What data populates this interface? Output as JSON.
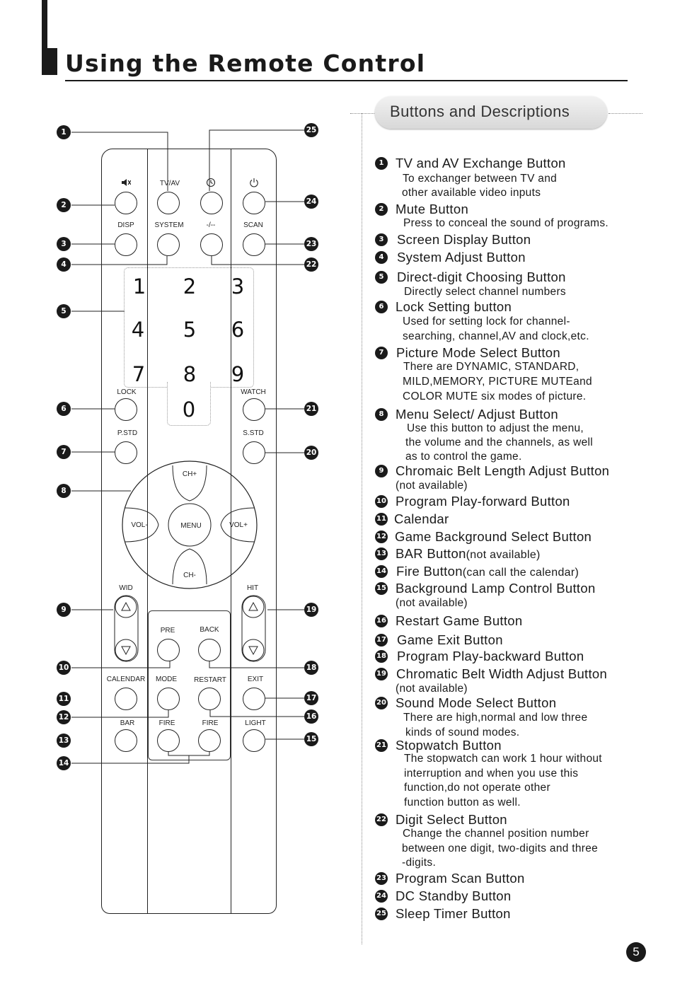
{
  "page": {
    "title": "Using the Remote Control",
    "section_title": "Buttons and Descriptions",
    "page_number": "5"
  },
  "remote": {
    "labels": {
      "tv_av": "TV/AV",
      "disp": "DISP",
      "system": "SYSTEM",
      "digit_select": "-/--",
      "scan": "SCAN",
      "lock": "LOCK",
      "watch": "WATCH",
      "p_std": "P.STD",
      "s_std": "S.STD",
      "ch_up": "CH+",
      "ch_down": "CH-",
      "vol_down": "VOL-",
      "vol_up": "VOL+",
      "menu": "MENU",
      "wid": "WID",
      "hit": "HIT",
      "pre": "PRE",
      "back": "BACK",
      "calendar": "CALENDAR",
      "mode": "MODE",
      "restart": "RESTART",
      "exit": "EXIT",
      "bar": "BAR",
      "fire_left": "FIRE",
      "fire_right": "FIRE",
      "light": "LIGHT"
    },
    "digits": [
      "1",
      "2",
      "3",
      "4",
      "5",
      "6",
      "7",
      "8",
      "9",
      "0"
    ],
    "icons": {
      "mute": "speaker-muted-icon",
      "sleep": "clock-icon",
      "standby": "power-icon",
      "up": "triangle-up-icon",
      "down": "triangle-down-icon"
    },
    "callouts": [
      "1",
      "2",
      "3",
      "4",
      "5",
      "6",
      "7",
      "8",
      "9",
      "10",
      "11",
      "12",
      "13",
      "14",
      "15",
      "16",
      "17",
      "18",
      "19",
      "20",
      "21",
      "22",
      "23",
      "24",
      "25"
    ]
  },
  "descriptions": [
    {
      "num": "1",
      "title": "TV and AV Exchange Button",
      "body": [
        "To exchanger between TV and",
        "other available video inputs"
      ]
    },
    {
      "num": "2",
      "title": "Mute Button",
      "body": [
        "Press to conceal the sound of programs."
      ]
    },
    {
      "num": "3",
      "title": "Screen Display Button",
      "body": []
    },
    {
      "num": "4",
      "title": "System Adjust Button",
      "body": []
    },
    {
      "num": "5",
      "title": "Direct-digit Choosing Button",
      "body": [
        "Directly select channel numbers"
      ]
    },
    {
      "num": "6",
      "title": "Lock Setting button",
      "body": [
        "Used for setting lock for channel-",
        "searching, channel,AV and clock,etc."
      ]
    },
    {
      "num": "7",
      "title": "Picture Mode Select Button",
      "body": [
        "There are DYNAMIC, STANDARD,",
        "MILD,MEMORY, PICTURE MUTEand",
        "COLOR MUTE six modes of picture."
      ]
    },
    {
      "num": "8",
      "title": "Menu Select/ Adjust Button",
      "body": [
        "Use this button to adjust the menu,",
        "the volume and the channels, as well",
        "as to control the game."
      ]
    },
    {
      "num": "9",
      "title": "Chromaic Belt Length Adjust Button",
      "body": [
        "(not available)"
      ]
    },
    {
      "num": "10",
      "title": "Program Play-forward Button",
      "body": []
    },
    {
      "num": "11",
      "title": "Calendar",
      "body": []
    },
    {
      "num": "12",
      "title": "Game Background Select Button",
      "body": []
    },
    {
      "num": "13",
      "title": "BAR Button",
      "note": "(not available)",
      "body": []
    },
    {
      "num": "14",
      "title": "Fire Button",
      "note": "(can call the calendar)",
      "body": []
    },
    {
      "num": "15",
      "title": "Background Lamp Control Button",
      "body": [
        "(not available)"
      ]
    },
    {
      "num": "16",
      "title": "Restart Game Button",
      "body": []
    },
    {
      "num": "17",
      "title": "Game Exit Button",
      "body": []
    },
    {
      "num": "18",
      "title": "Program Play-backward  Button",
      "body": []
    },
    {
      "num": "19",
      "title": "Chromatic Belt Width Adjust Button",
      "body": [
        "(not available)"
      ]
    },
    {
      "num": "20",
      "title": "Sound Mode Select Button",
      "body": [
        "There are high,normal and low three",
        "kinds of sound modes."
      ]
    },
    {
      "num": "21",
      "title": "Stopwatch Button",
      "body": [
        "The stopwatch can work 1 hour without",
        "interruption and when you use this",
        "function,do not operate other",
        "function button as well."
      ]
    },
    {
      "num": "22",
      "title": "Digit Select Button",
      "body": [
        "Change the channel position number",
        "between one digit, two-digits and three",
        "-digits."
      ]
    },
    {
      "num": "23",
      "title": "Program Scan Button",
      "body": []
    },
    {
      "num": "24",
      "title": "DC Standby  Button",
      "body": []
    },
    {
      "num": "25",
      "title": "Sleep Timer Button",
      "body": []
    }
  ]
}
